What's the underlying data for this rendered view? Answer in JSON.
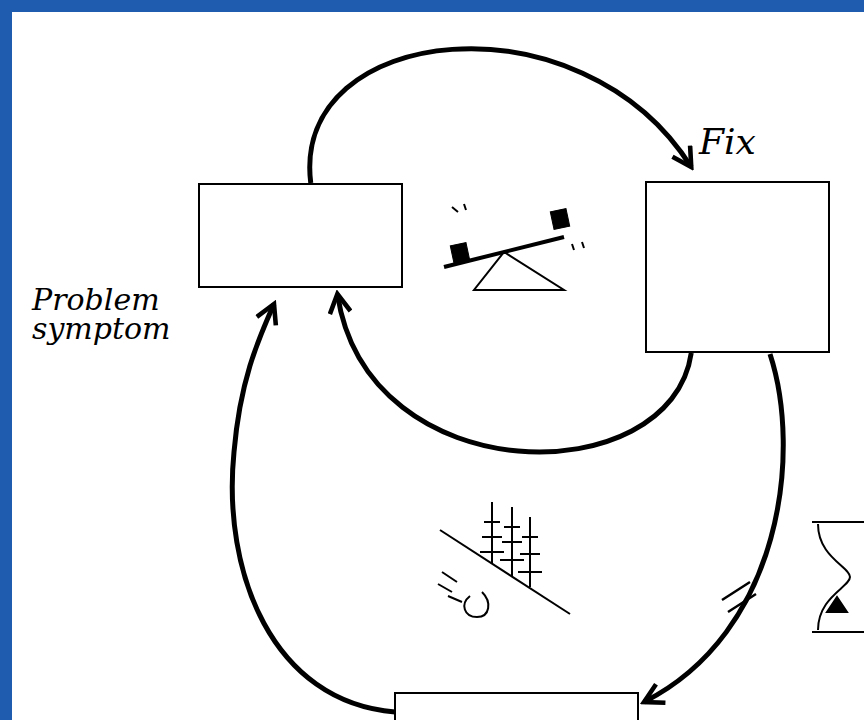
{
  "diagram": {
    "nodes": [
      {
        "text": [
          "Problem symptom"
        ]
      },
      {
        "text": [
          "Fix"
        ]
      }
    ],
    "edges": [
      {
        "from": 0,
        "to": 1,
        "arrow": "to"
      },
      {
        "from": 1,
        "to": 0,
        "arrow": "to"
      }
    ]
  }
}
